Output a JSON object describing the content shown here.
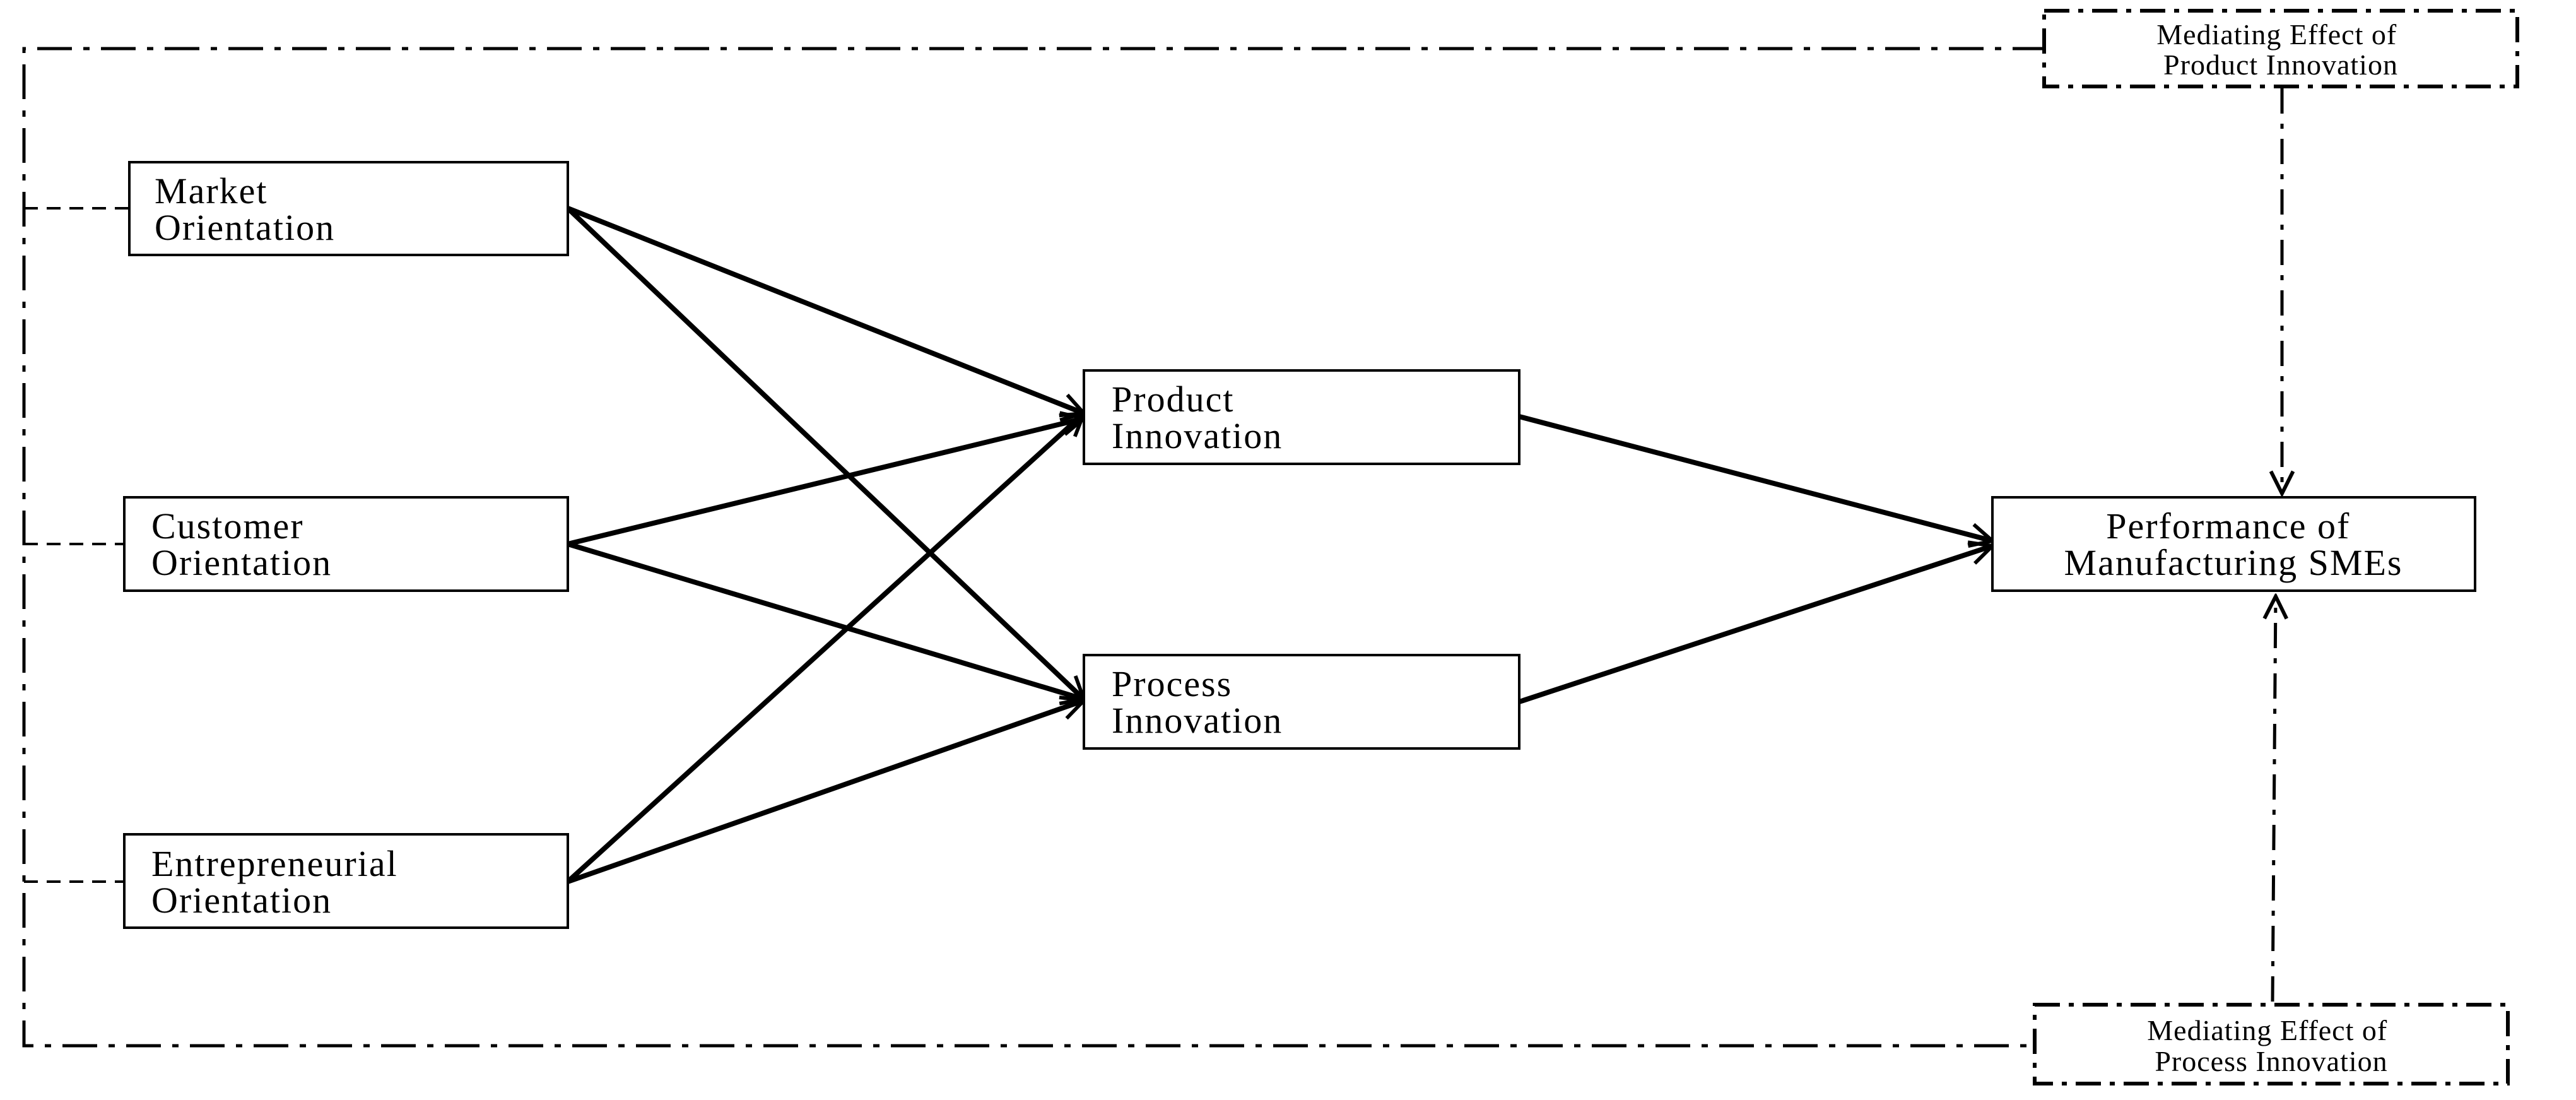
{
  "nodes": {
    "market": {
      "lines": [
        "Market",
        "Orientation"
      ]
    },
    "customer": {
      "lines": [
        "Customer",
        "Orientation"
      ]
    },
    "entrepreneurial": {
      "lines": [
        "Entrepreneurial",
        "Orientation"
      ]
    },
    "product": {
      "lines": [
        "Product",
        "Innovation"
      ]
    },
    "process": {
      "lines": [
        "Process",
        "Innovation"
      ]
    },
    "performance": {
      "lines": [
        "Performance of",
        "Manufacturing SMEs"
      ]
    },
    "med_product": {
      "lines": [
        "Mediating Effect of",
        "Product Innovation"
      ]
    },
    "med_process": {
      "lines": [
        "Mediating Effect of",
        "Process Innovation"
      ]
    }
  },
  "colors": {
    "stroke": "#000000",
    "background": "#ffffff"
  }
}
